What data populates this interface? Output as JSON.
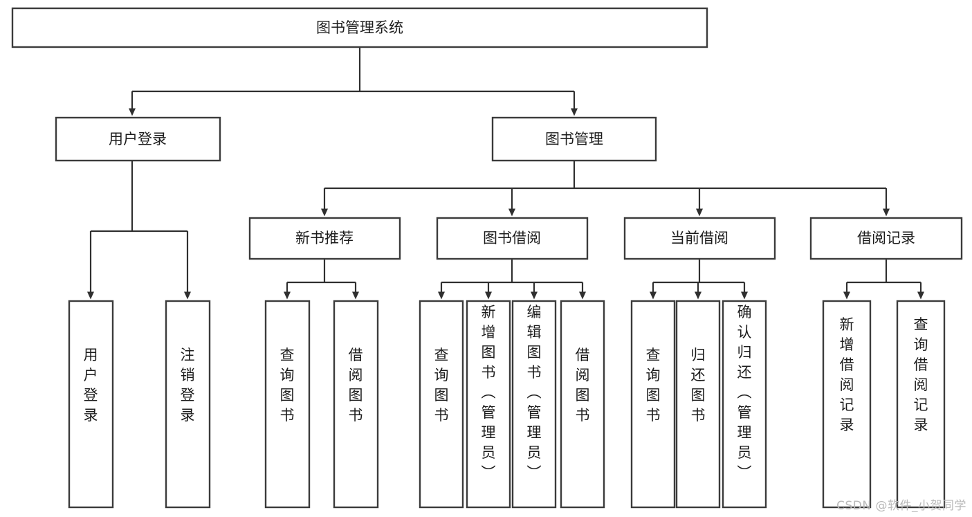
{
  "diagram": {
    "type": "tree-hierarchy-diagram",
    "title": "图书管理系统",
    "orientation": "top-down",
    "colors": {
      "box_fill": "#ffffff",
      "box_stroke": "#3b3b3b",
      "edge": "#2f2f2f",
      "text": "#1c1c1c",
      "background": "#ffffff",
      "watermark": "#b9b9b9"
    },
    "nodes": {
      "root": {
        "label": "图书管理系统",
        "level": 1,
        "orientation": "horizontal"
      },
      "l2": [
        {
          "id": "user-login",
          "label": "用户登录",
          "level": 2,
          "orientation": "horizontal"
        },
        {
          "id": "book-manage",
          "label": "图书管理",
          "level": 2,
          "orientation": "horizontal"
        }
      ],
      "l3": [
        {
          "id": "new-book-rec",
          "label": "新书推荐",
          "level": 3,
          "orientation": "horizontal",
          "parent": "book-manage"
        },
        {
          "id": "book-borrow",
          "label": "图书借阅",
          "level": 3,
          "orientation": "horizontal",
          "parent": "book-manage"
        },
        {
          "id": "current-borrow",
          "label": "当前借阅",
          "level": 3,
          "orientation": "horizontal",
          "parent": "book-manage"
        },
        {
          "id": "borrow-record",
          "label": "借阅记录",
          "level": 3,
          "orientation": "horizontal",
          "parent": "book-manage"
        }
      ],
      "leaves": [
        {
          "id": "leaf-user-login",
          "label": "用户登录",
          "parent": "user-login",
          "orientation": "vertical"
        },
        {
          "id": "leaf-logout",
          "label": "注销登录",
          "parent": "user-login",
          "orientation": "vertical"
        },
        {
          "id": "leaf-query-book-1",
          "label": "查询图书",
          "parent": "new-book-rec",
          "orientation": "vertical"
        },
        {
          "id": "leaf-borrow-book-1",
          "label": "借阅图书",
          "parent": "new-book-rec",
          "orientation": "vertical"
        },
        {
          "id": "leaf-query-book-2",
          "label": "查询图书",
          "parent": "book-borrow",
          "orientation": "vertical"
        },
        {
          "id": "leaf-add-book",
          "label": "新增图书（管理员）",
          "parent": "book-borrow",
          "orientation": "vertical"
        },
        {
          "id": "leaf-edit-book",
          "label": "编辑图书（管理员）",
          "parent": "book-borrow",
          "orientation": "vertical"
        },
        {
          "id": "leaf-borrow-book-2",
          "label": "借阅图书",
          "parent": "book-borrow",
          "orientation": "vertical"
        },
        {
          "id": "leaf-query-book-3",
          "label": "查询图书",
          "parent": "current-borrow",
          "orientation": "vertical"
        },
        {
          "id": "leaf-return-book",
          "label": "归还图书",
          "parent": "current-borrow",
          "orientation": "vertical"
        },
        {
          "id": "leaf-confirm-return",
          "label": "确认归还（管理员）",
          "parent": "current-borrow",
          "orientation": "vertical"
        },
        {
          "id": "leaf-add-record",
          "label": "新增借阅记录",
          "parent": "borrow-record",
          "orientation": "vertical"
        },
        {
          "id": "leaf-query-record",
          "label": "查询借阅记录",
          "parent": "borrow-record",
          "orientation": "vertical"
        }
      ]
    }
  },
  "watermark": {
    "text": "CSDN @软件_小贺同学"
  }
}
